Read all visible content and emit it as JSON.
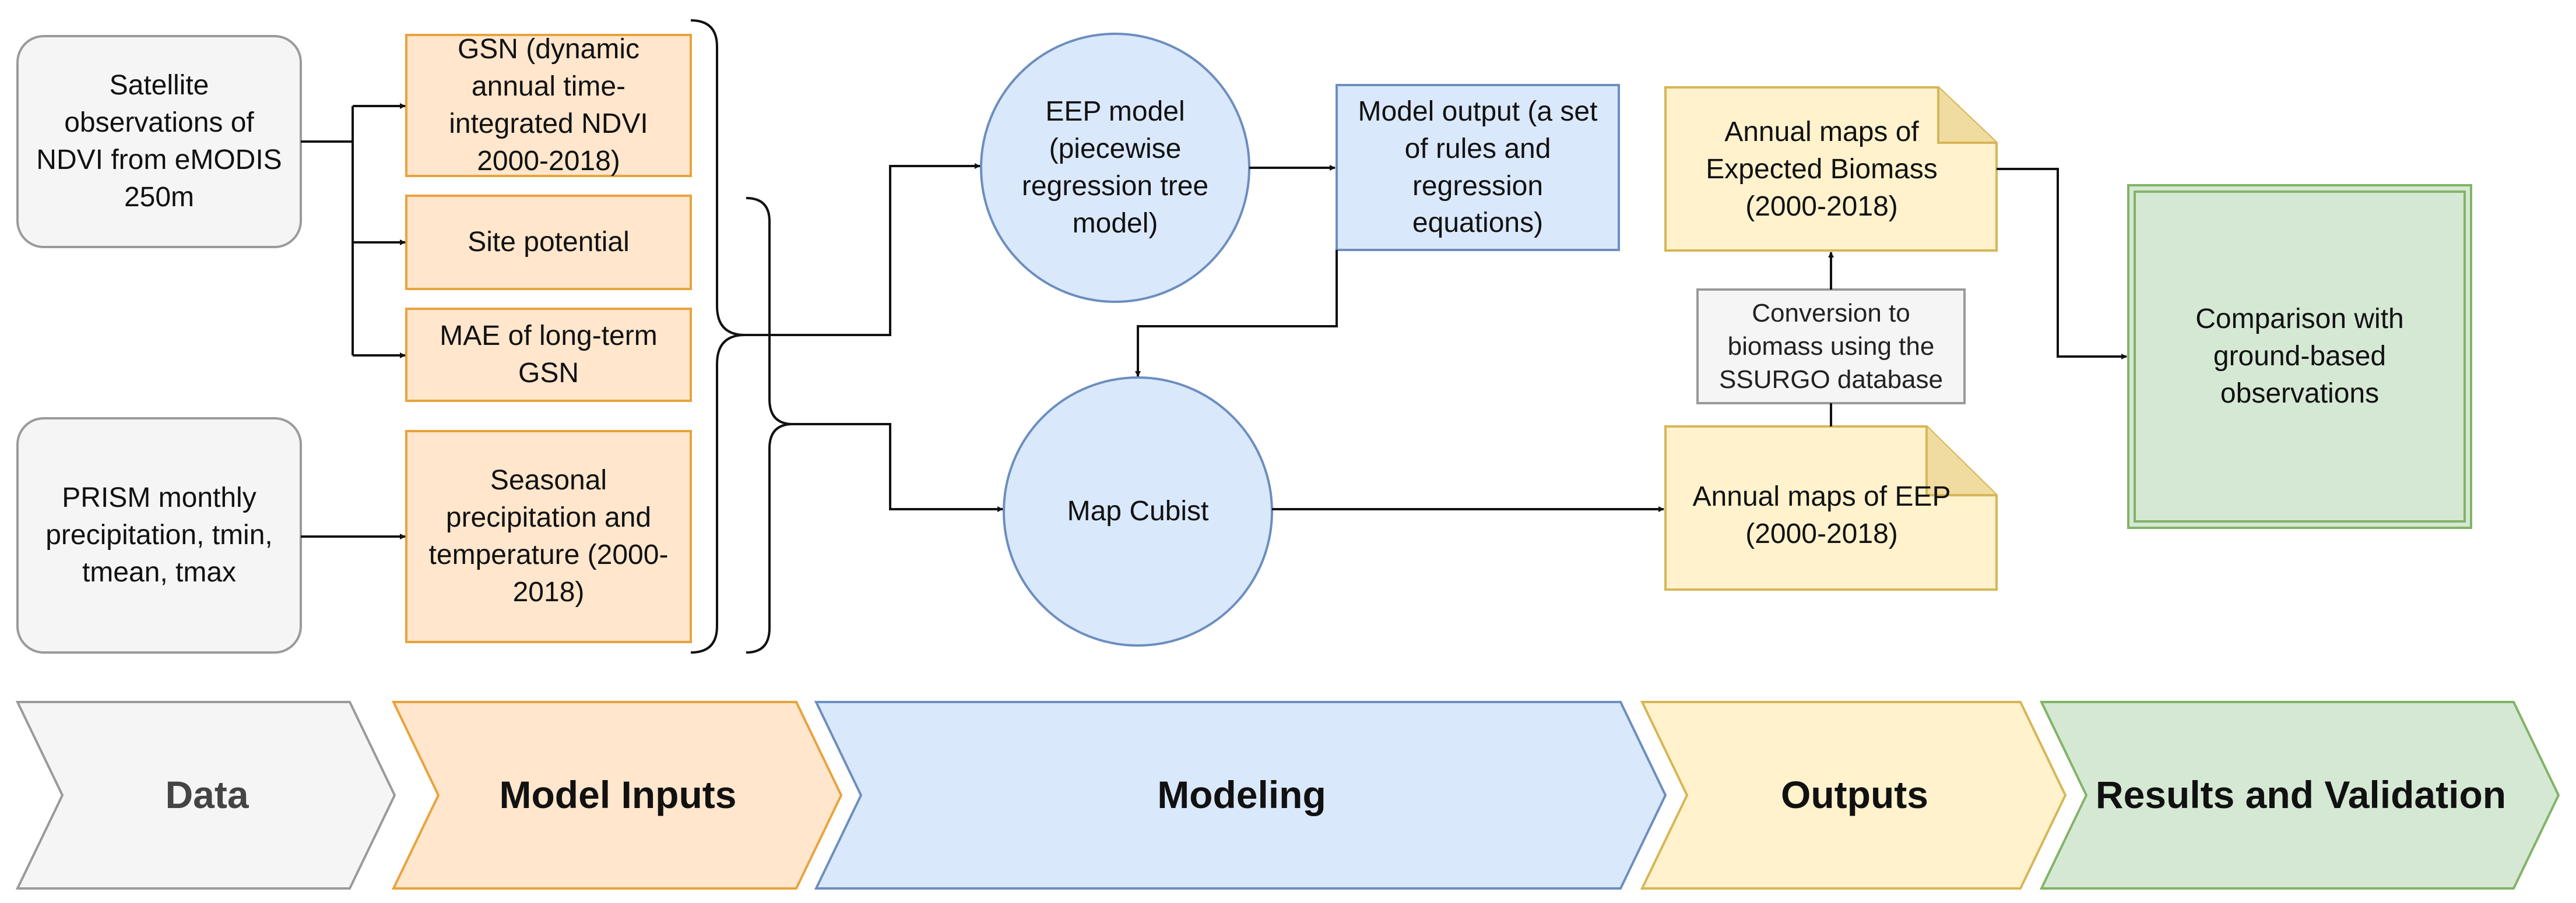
{
  "nodes": {
    "satellite": "Satellite observations of NDVI from eMODIS 250m",
    "prism": "PRISM monthly precipitation, tmin, tmean, tmax",
    "gsn": "GSN (dynamic annual time-integrated NDVI 2000-2018)",
    "site_potential": "Site potential",
    "mae": "MAE of long-term GSN",
    "seasonal": "Seasonal precipitation and temperature (2000-2018)",
    "eep_model": "EEP model (piecewise regression tree model)",
    "model_output": "Model output (a set of rules and regression equations)",
    "map_cubist": "Map Cubist",
    "annual_biomass": "Annual maps of Expected Biomass (2000-2018)",
    "conversion": "Conversion to biomass using the SSURGO database",
    "annual_eep": "Annual maps of EEP (2000-2018)",
    "comparison": "Comparison with ground-based observations"
  },
  "stages": {
    "data": "Data",
    "model_inputs": "Model Inputs",
    "modeling": "Modeling",
    "outputs": "Outputs",
    "results": "Results and Validation"
  },
  "colors": {
    "gray_fill": "#f5f5f5",
    "gray_stroke": "#9a9a9a",
    "orange_fill": "#ffe6cc",
    "orange_stroke": "#e8a33d",
    "blue_fill": "#dae8fc",
    "blue_stroke": "#6c8ebf",
    "yellow_fill": "#fff2cc",
    "yellow_stroke": "#d6b656",
    "green_fill": "#d5e8d4",
    "green_stroke": "#82b366",
    "arrow": "#111111"
  }
}
